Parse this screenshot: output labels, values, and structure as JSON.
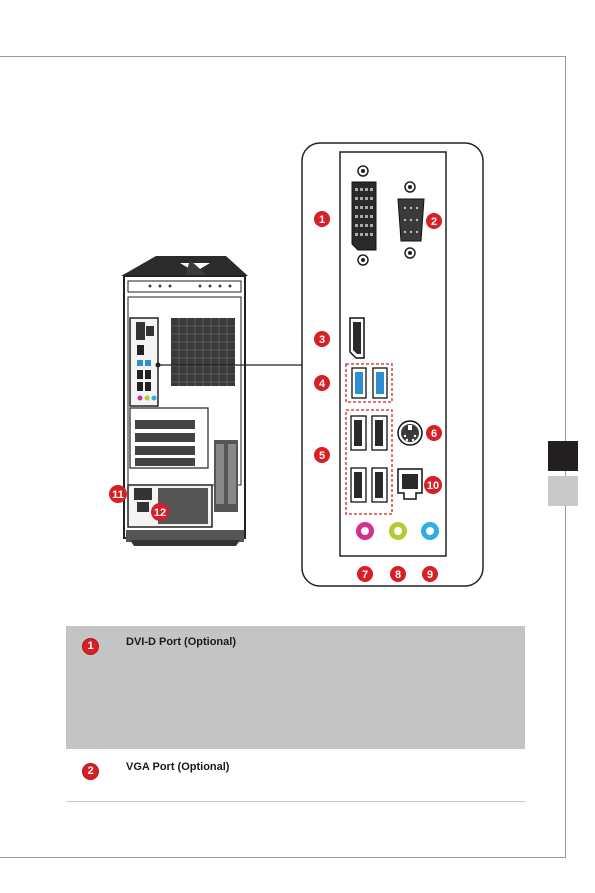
{
  "callouts": [
    "1",
    "2",
    "3",
    "4",
    "5",
    "6",
    "7",
    "8",
    "9",
    "10",
    "11",
    "12"
  ],
  "items": [
    {
      "number": "1",
      "title": "DVI-D Port (Optional)"
    },
    {
      "number": "2",
      "title": "VGA Port (Optional)"
    }
  ],
  "colors": {
    "callout_red": "#d81f26",
    "audio_pink": "#d6308f",
    "audio_green": "#b7c935",
    "audio_blue": "#2eaee0",
    "usb3_blue": "#2b8fd0",
    "description_band": "#c4c4c4"
  }
}
